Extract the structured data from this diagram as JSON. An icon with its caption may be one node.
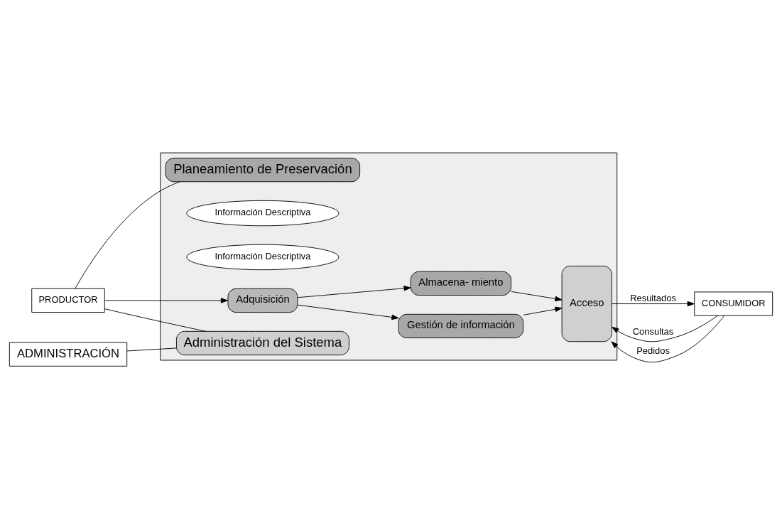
{
  "diagram": {
    "nodes": [
      {
        "text": [
          "PRODUCTOR"
        ]
      },
      {
        "text": [],
        "shape": "box"
      },
      {
        "text": [
          "Planeamiento de Preservación"
        ],
        "in": 1
      },
      {
        "text": [
          "Información Descriptiva"
        ],
        "in": 1
      },
      {
        "text": [
          "Gestión de información"
        ],
        "in": 1
      },
      {
        "text": [
          "Información Descriptiva"
        ],
        "in": 1
      },
      {
        "text": [
          "Adquisición"
        ],
        "in": 1
      },
      {
        "text": [
          "Acceso"
        ],
        "in": 1
      },
      {
        "text": [
          "Almacena- miento"
        ],
        "in": 1
      },
      {
        "text": [
          "Administración del Sistema"
        ],
        "in": 1
      },
      {
        "text": [
          "CONSUMIDOR"
        ]
      },
      {
        "text": [
          "ADMINISTRACIÓN"
        ]
      }
    ],
    "edges": [
      {
        "from": 0,
        "to": 2,
        "arrow": "none"
      },
      {
        "from": 0,
        "to": 6,
        "arrow": "to"
      },
      {
        "from": 0,
        "to": 9,
        "arrow": "none"
      },
      {
        "from": 6,
        "to": 4,
        "arrow": "to"
      },
      {
        "from": 6,
        "to": 8,
        "arrow": "to"
      },
      {
        "from": 4,
        "to": 7,
        "arrow": "to"
      },
      {
        "from": 8,
        "to": 7,
        "arrow": "to"
      },
      {
        "from": 10,
        "to": 7,
        "arrow": "to",
        "label": "Consultas"
      },
      {
        "from": 7,
        "to": 10,
        "arrow": "to",
        "label": "Resultados"
      },
      {
        "from": 10,
        "to": 7,
        "arrow": "to",
        "label": "Pedidos"
      },
      {
        "from": 11,
        "to": 9,
        "arrow": "none"
      }
    ]
  }
}
